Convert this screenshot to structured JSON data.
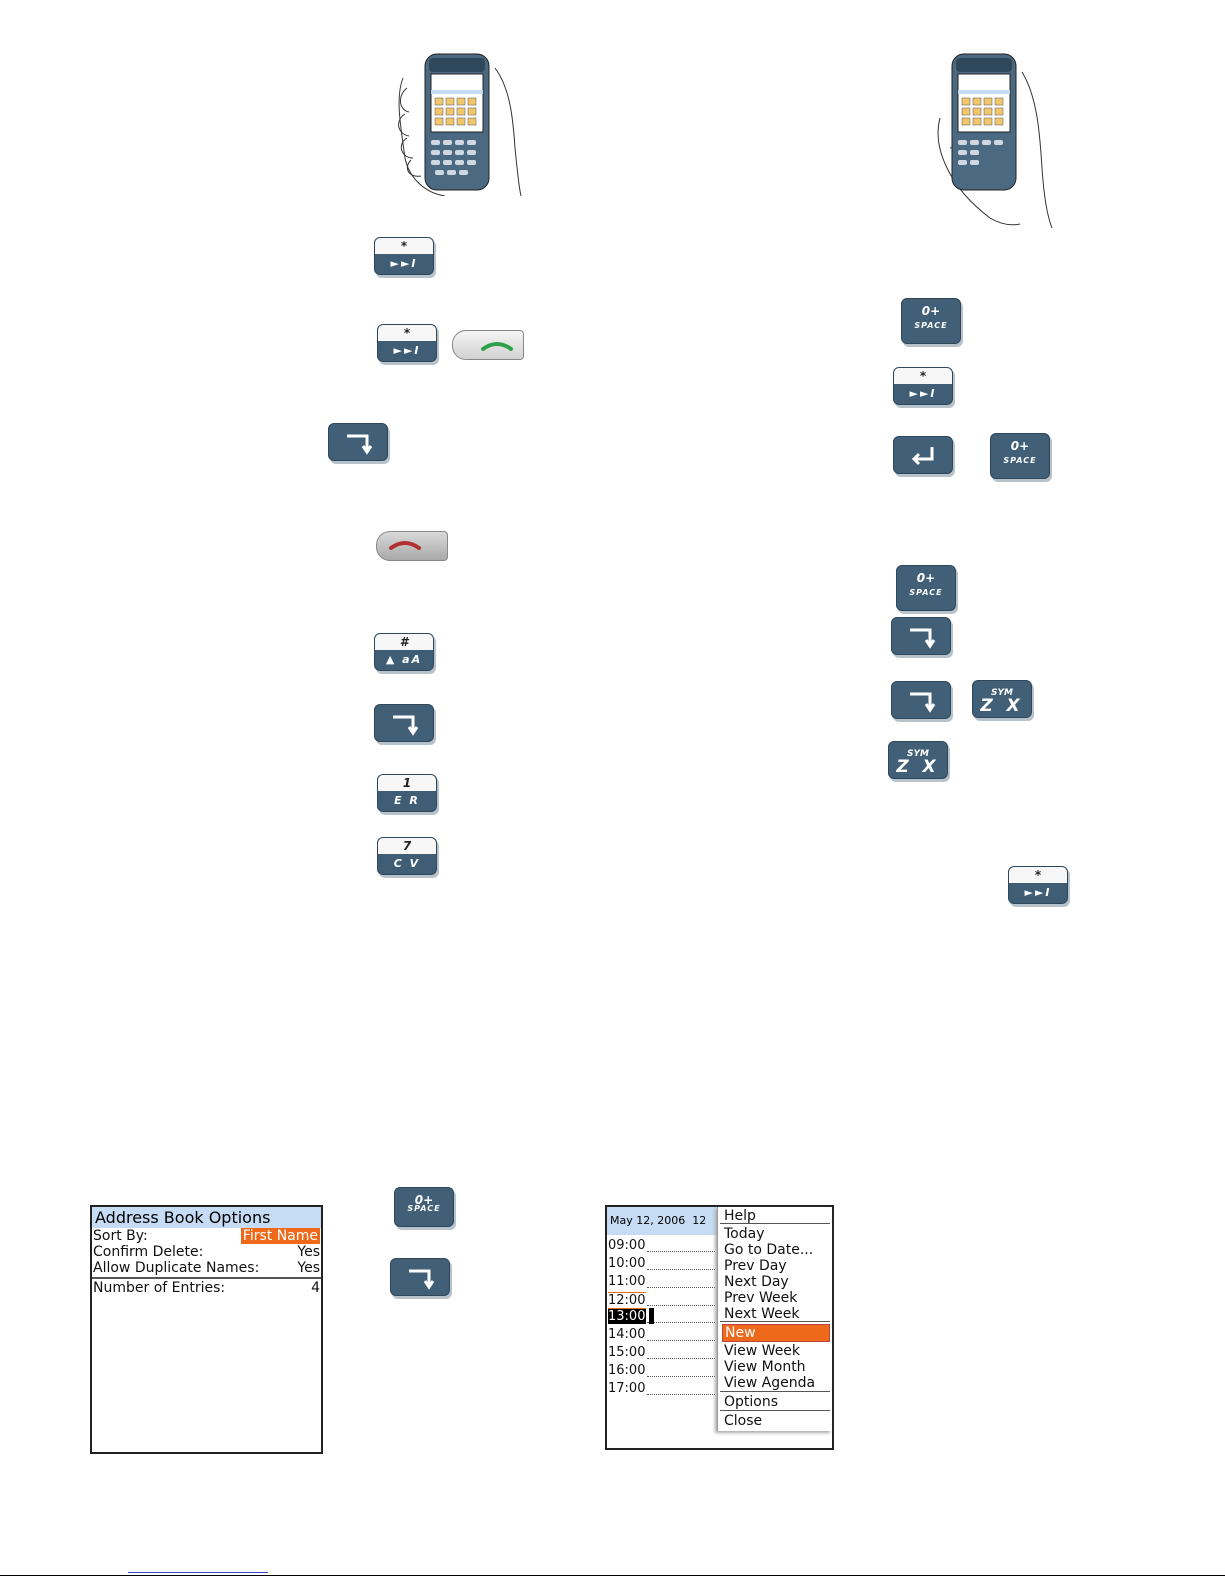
{
  "address_book": {
    "title": "Address Book Options",
    "rows": [
      {
        "label": "Sort By:",
        "value": "First Name"
      },
      {
        "label": "Confirm Delete:",
        "value": "Yes"
      },
      {
        "label": "Allow Duplicate Names:",
        "value": "Yes"
      }
    ],
    "entries_label": "Number of Entries:",
    "entries_value": "4"
  },
  "calendar": {
    "date": "May 12, 2006",
    "date_suffix": "12",
    "times": [
      "09:00",
      "10:00",
      "11:00",
      "12:00",
      "13:00",
      "14:00",
      "15:00",
      "16:00",
      "17:00"
    ],
    "menu": [
      "Help",
      "Today",
      "Go to Date...",
      "Prev Day",
      "Next Day",
      "Prev Week",
      "Next Week",
      "New",
      "View Week",
      "View Month",
      "View Agenda",
      "Options",
      "Close"
    ],
    "selected_menu": "New"
  },
  "keys": {
    "star_top": "*",
    "star_bot": "►►I",
    "space_top": "0+",
    "space_bot": "SPACE",
    "hash_top": "#",
    "hash_bot": "▲ aA",
    "er_top": "1",
    "er_bot": "E R",
    "cv_top": "7",
    "cv_bot": "C V",
    "sym_top": "SYM",
    "sym_bot": "Z X"
  },
  "colors": {
    "key_blue": "#415f77",
    "highlight": "#ee6a1a",
    "title_bar": "#c6dcf4"
  }
}
